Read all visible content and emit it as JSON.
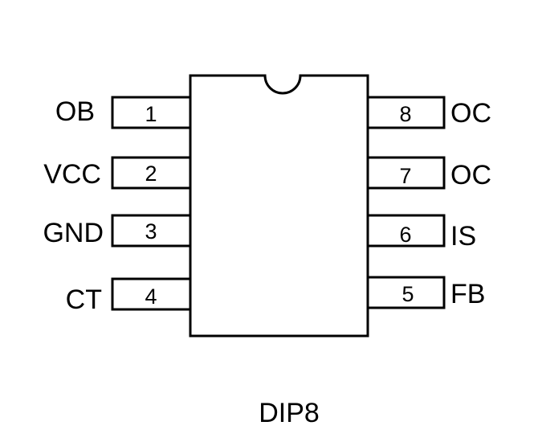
{
  "package": {
    "name": "DIP8"
  },
  "pins": {
    "left": [
      {
        "number": "1",
        "label": "OB"
      },
      {
        "number": "2",
        "label": "VCC"
      },
      {
        "number": "3",
        "label": "GND"
      },
      {
        "number": "4",
        "label": "CT"
      }
    ],
    "right": [
      {
        "number": "8",
        "label": "OC"
      },
      {
        "number": "7",
        "label": "OC"
      },
      {
        "number": "6",
        "label": "IS"
      },
      {
        "number": "5",
        "label": "FB"
      }
    ]
  }
}
